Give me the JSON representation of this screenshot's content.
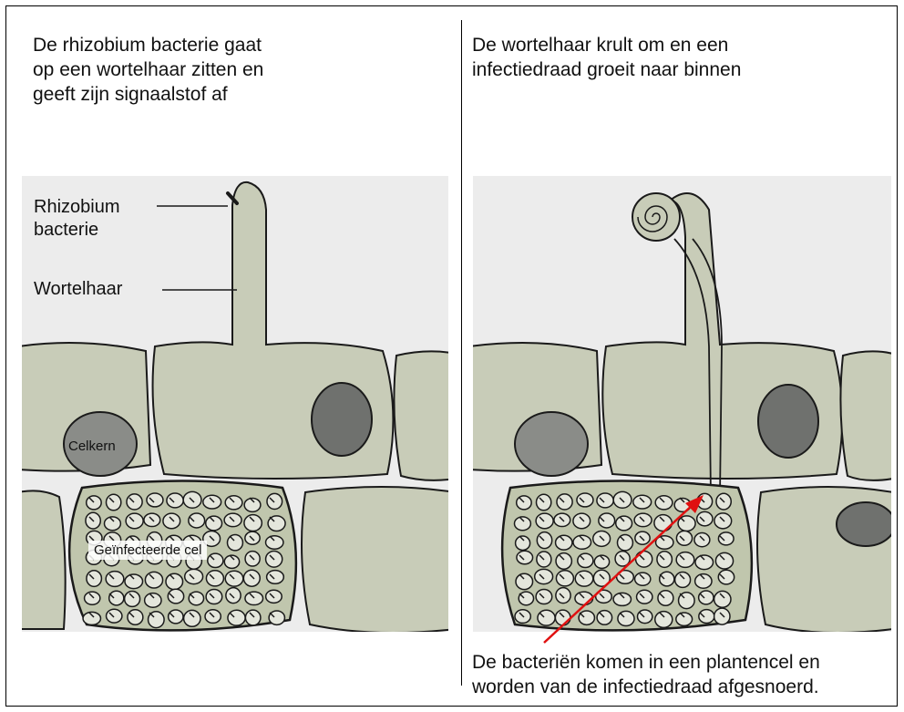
{
  "left_panel": {
    "caption": "De rhizobium bacterie gaat\nop een wortelhaar zitten en\ngeeft zijn signaalstof af",
    "labels": {
      "rhizobium": "Rhizobium\nbacterie",
      "wortelhaar": "Wortelhaar",
      "celkern": "Celkern",
      "geinfecteerde_cel": "Geïnfecteerde cel"
    }
  },
  "right_panel": {
    "caption": "De wortelhaar krult om en een\ninfectiedraad groeit naar binnen",
    "bottom_caption": "De bacteriën komen in een plantencel en\nworden van de infectiedraad afgesnoerd."
  },
  "colors": {
    "cell_fill": "#c9cdb9",
    "cell_stroke": "#1a1a1a",
    "nucleus_fill": "#7d7f7c",
    "arrow": "#e01010"
  }
}
